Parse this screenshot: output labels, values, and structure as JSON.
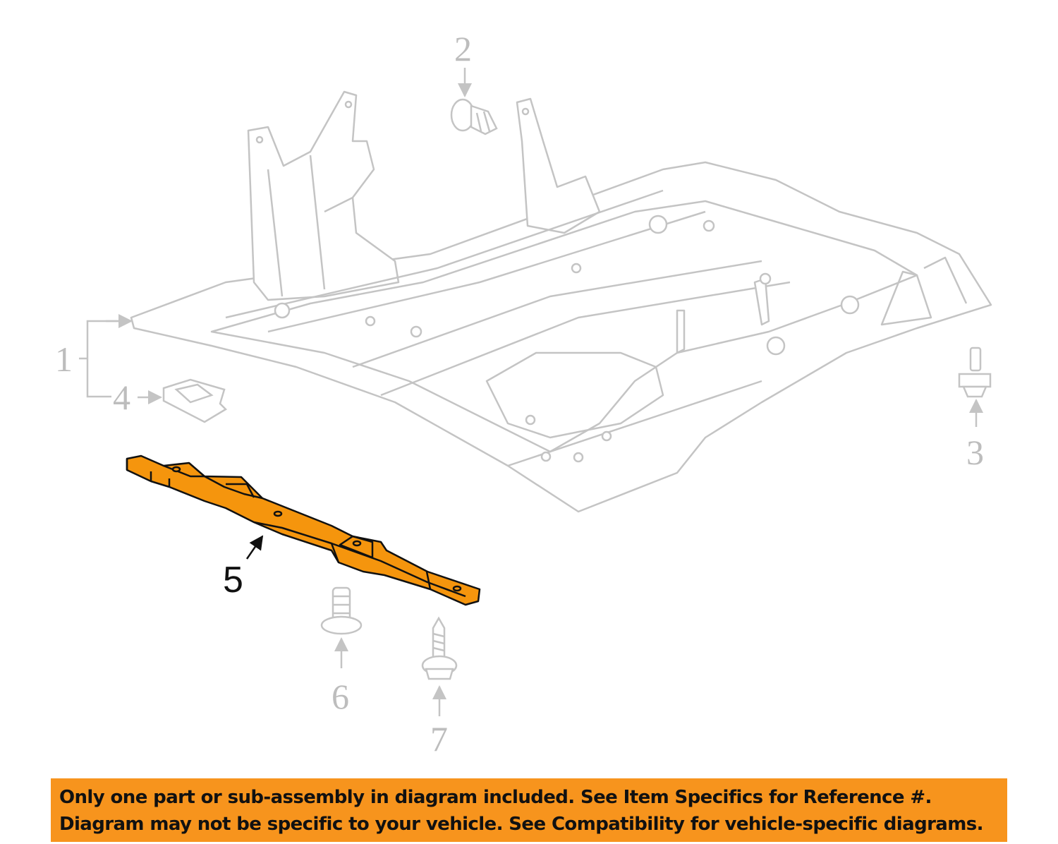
{
  "colors": {
    "highlight": "#f5950d",
    "line_art": "#c4c4c4",
    "banner_bg": "#f7941d",
    "banner_text": "#111111"
  },
  "callouts": {
    "n1": "1",
    "n2": "2",
    "n3": "3",
    "n4": "4",
    "n5": "5",
    "n6": "6",
    "n7": "7"
  },
  "banner": {
    "line1": "Only one part or sub-assembly in diagram included. See Item Specifics for Reference #.",
    "line2": "Diagram may not be specific to your vehicle. See Compatibility for vehicle-specific diagrams."
  }
}
